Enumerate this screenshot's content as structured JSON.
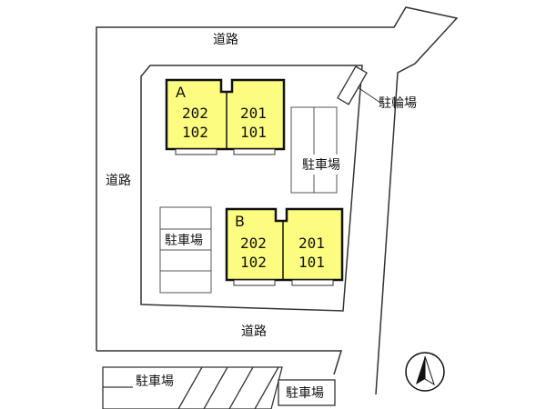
{
  "roads": {
    "top": "道路",
    "left": "道路",
    "bottom": "道路"
  },
  "bicycle_parking": "駐輪場",
  "parking": {
    "right_of_a": "駐車場",
    "left_of_b": "駐車場",
    "bottom_left": "駐車場",
    "bottom_right": "駐車場"
  },
  "building_a": {
    "label": "A",
    "left_units": [
      "202",
      "102"
    ],
    "right_units": [
      "201",
      "101"
    ],
    "color": "#fcfc80"
  },
  "building_b": {
    "label": "B",
    "left_units": [
      "202",
      "102"
    ],
    "right_units": [
      "201",
      "101"
    ],
    "color": "#fcfc80"
  },
  "compass": "north-arrow-icon"
}
